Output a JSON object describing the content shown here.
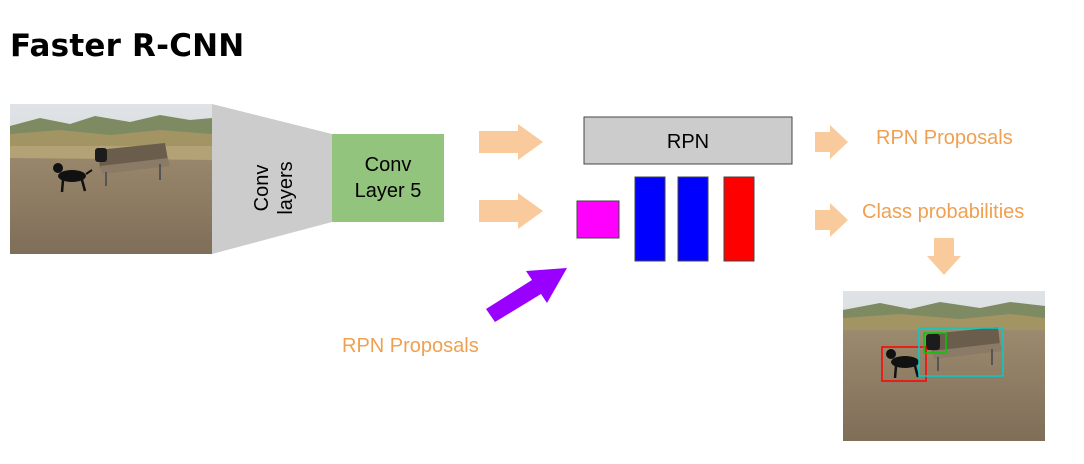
{
  "title": "Faster R-CNN",
  "labels": {
    "conv_layers_line1": "Conv",
    "conv_layers_line2": "layers",
    "conv_layer5_line1": "Conv",
    "conv_layer5_line2": "Layer 5",
    "rpn_box": "RPN",
    "rpn_proposals_out": "RPN Proposals",
    "class_probabilities": "Class probabilities",
    "rpn_proposals_in": "RPN Proposals"
  },
  "colors": {
    "conv_funnel": "#cccccc",
    "conv_layer5": "#93c47d",
    "rpn_box": "#cccccc",
    "flow_arrow": "#f9cb9c",
    "proposal_arrow": "#9900ff",
    "roi_square": "#ff00ff",
    "fc_layer": "#0000ff",
    "output_layer": "#ff0000",
    "detection_dog": "#ff0000",
    "detection_backpack": "#00cc00",
    "detection_bench": "#00cccc",
    "label_text": "#f0a050"
  }
}
